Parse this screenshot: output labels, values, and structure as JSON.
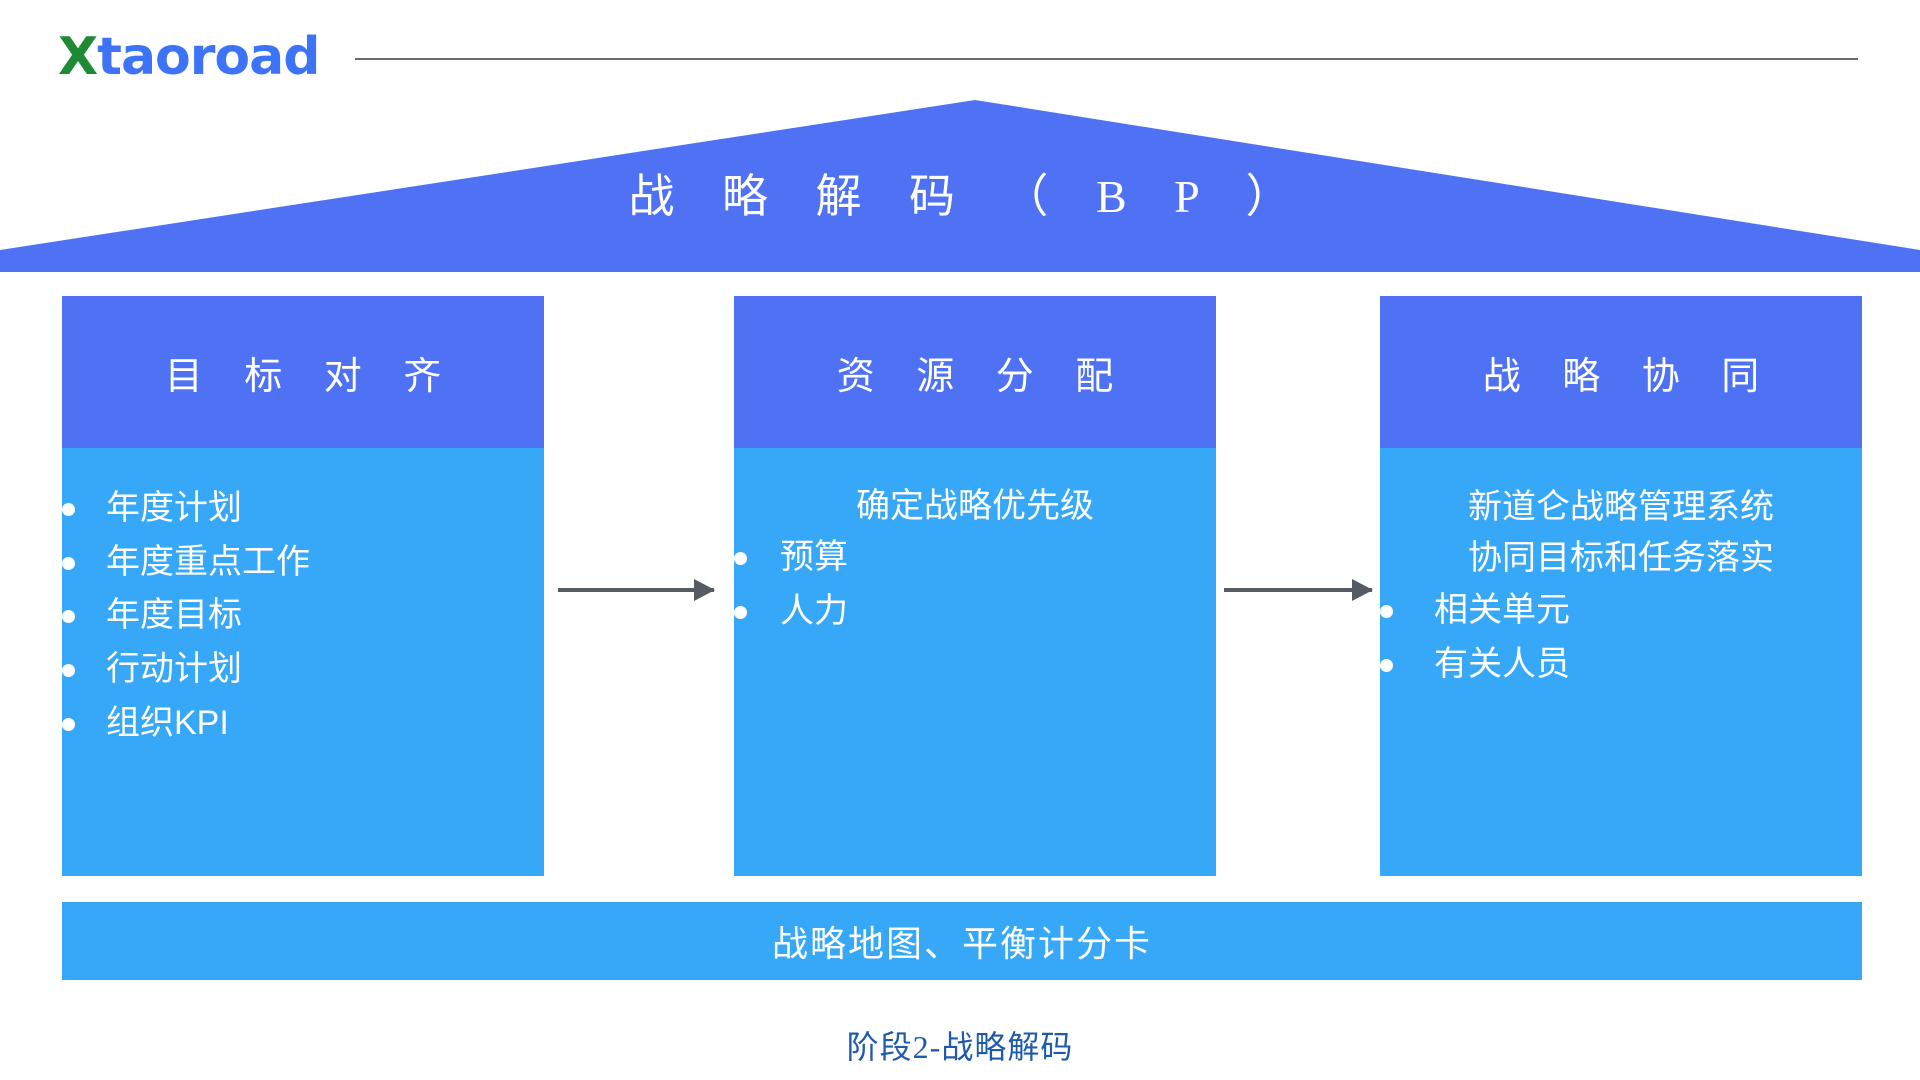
{
  "brand": {
    "logo_initial": "X",
    "logo_rest": "taoroad",
    "logo_initial_color": "#1e8a35",
    "logo_rest_color": "#3d74f7"
  },
  "roof": {
    "title": "战 略 解 码 （ B P ）",
    "fill_color": "#4f72f5"
  },
  "colors": {
    "header_blue": "#4f72f5",
    "body_blue": "#36a8f7",
    "arrow_gray": "#545b63",
    "caption_blue": "#1f5bad"
  },
  "columns": [
    {
      "header": "目 标 对 齐",
      "lead": "",
      "bullets": [
        "年度计划",
        "年度重点工作",
        "年度目标",
        "行动计划",
        "组织KPI"
      ]
    },
    {
      "header": "资 源 分 配",
      "lead": "确定战略优先级",
      "bullets": [
        "预算",
        "人力"
      ]
    },
    {
      "header": "战 略 协 同",
      "lead_line1": "新道仑战略管理系统",
      "lead_line2": "协同目标和任务落实",
      "bullets": [
        "相关单元",
        "有关人员"
      ]
    }
  ],
  "base_bar": {
    "label": "战略地图、平衡计分卡"
  },
  "caption": {
    "text": "阶段2-战略解码"
  }
}
